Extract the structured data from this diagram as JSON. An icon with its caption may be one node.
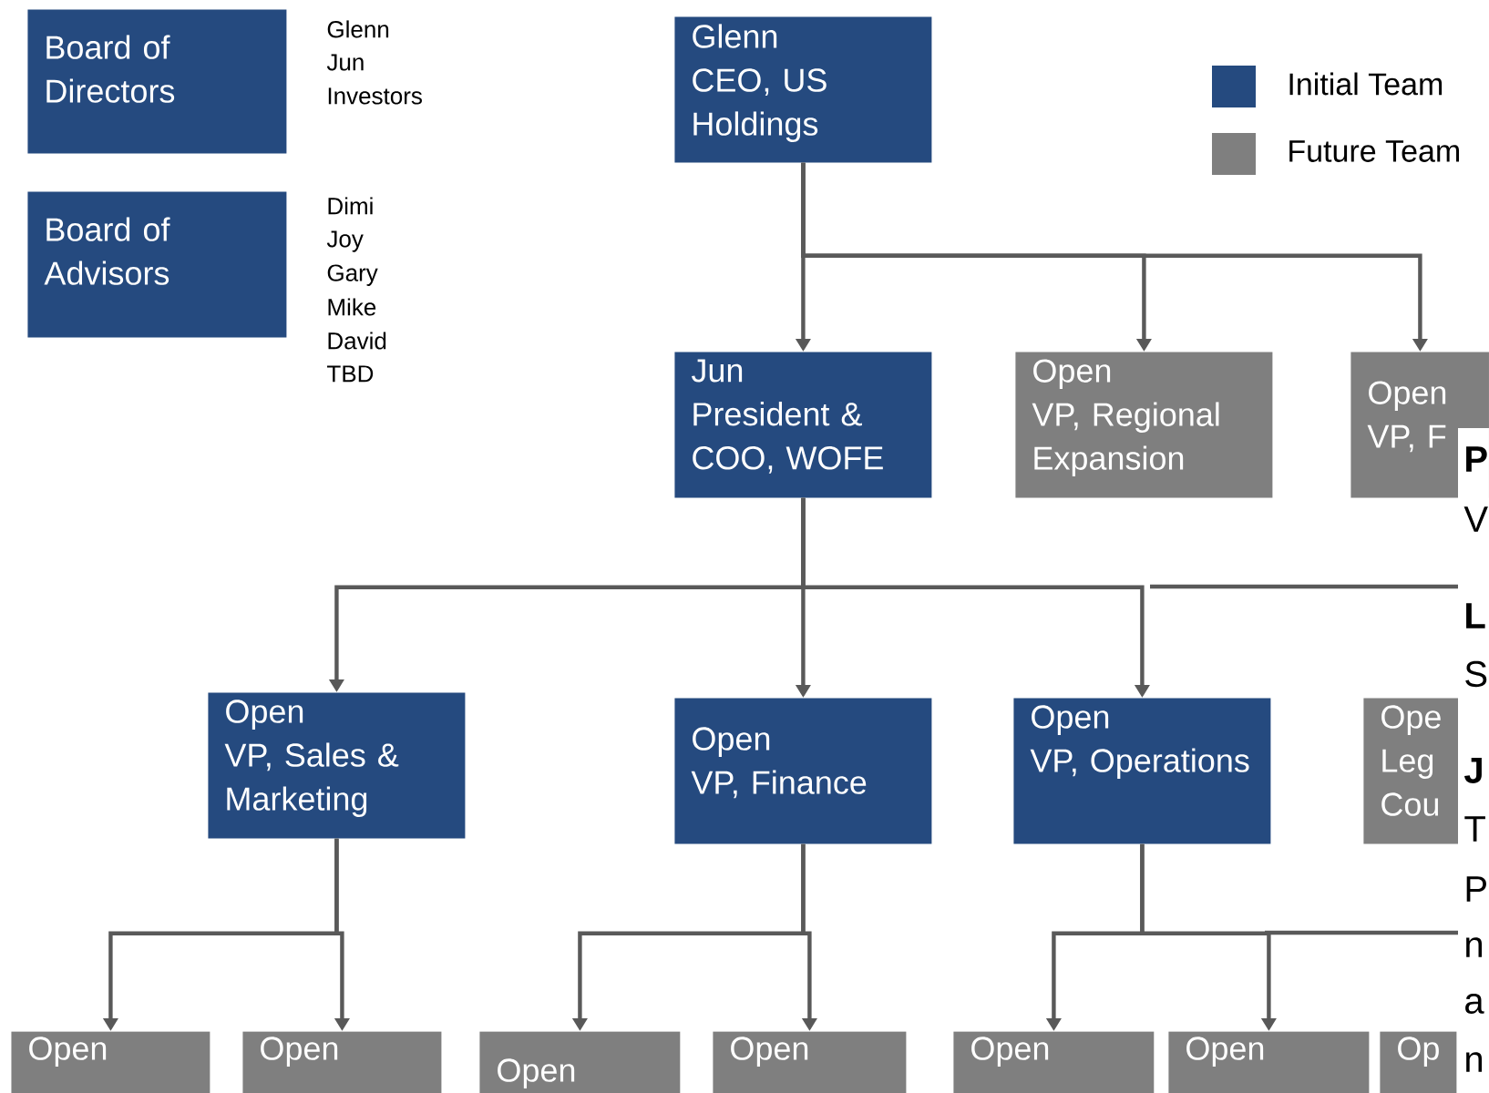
{
  "diagram": {
    "nodes": [
      {
        "text": [
          "Board of Directors"
        ],
        "beside": [
          "Glenn",
          "Jun",
          "Investors"
        ]
      },
      {
        "text": [
          "Board of Advisors"
        ],
        "beside": [
          "Dimi",
          "Joy",
          "Gary",
          "Mike",
          "David",
          "TBD"
        ]
      },
      {
        "text": [
          "Glenn",
          "CEO, US Holdings"
        ]
      },
      {
        "text": [
          "Jun",
          "President & COO, WOFE"
        ]
      },
      {
        "text": [
          "Open",
          "VP, Regional Expansion"
        ]
      },
      {
        "text": [
          "Open",
          "VP, F"
        ]
      },
      {
        "text": [
          "Open",
          "VP, Sales & Marketing"
        ]
      },
      {
        "text": [
          "Open",
          "VP, Finance"
        ]
      },
      {
        "text": [
          "Open",
          "VP, Operations"
        ]
      },
      {
        "text": [
          "Ope Leg Cou"
        ]
      },
      {
        "text": [
          "Open"
        ]
      },
      {
        "text": [
          "Open"
        ]
      },
      {
        "text": [
          "Open"
        ]
      },
      {
        "text": [
          "Open"
        ]
      },
      {
        "text": [
          "Open"
        ]
      },
      {
        "text": [
          "Open"
        ]
      },
      {
        "text": [
          "Op"
        ]
      }
    ],
    "edges": [
      {
        "from": 2,
        "to": 3,
        "arrow": "to"
      },
      {
        "from": 2,
        "to": 4,
        "arrow": "to"
      },
      {
        "from": 2,
        "to": 5,
        "arrow": "to"
      },
      {
        "from": 3,
        "to": 6,
        "arrow": "to"
      },
      {
        "from": 3,
        "to": 7,
        "arrow": "to"
      },
      {
        "from": 3,
        "to": 8,
        "arrow": "to"
      },
      {
        "from": 6,
        "to": 10,
        "arrow": "to"
      },
      {
        "from": 6,
        "to": 11,
        "arrow": "to"
      },
      {
        "from": 7,
        "to": 12,
        "arrow": "to"
      },
      {
        "from": 7,
        "to": 13,
        "arrow": "to"
      },
      {
        "from": 8,
        "to": 14,
        "arrow": "to"
      },
      {
        "from": 8,
        "to": 15,
        "arrow": "to"
      }
    ],
    "labels": [
      "P",
      "V",
      "L",
      "S",
      "J",
      "T",
      "P",
      "n",
      "a",
      "n"
    ],
    "legend": [
      {
        "text": "Initial Team",
        "color": "#254a7f"
      },
      {
        "text": "Future Team",
        "color": "#7f7f7f"
      }
    ]
  }
}
